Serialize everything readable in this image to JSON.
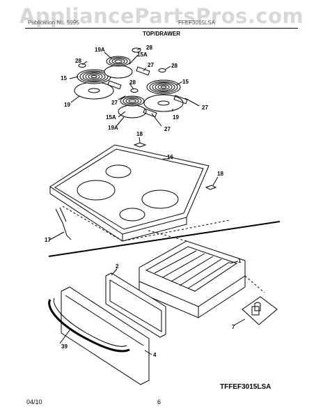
{
  "watermark": "AppliancePartsPros.com",
  "header": {
    "left": "Publication No. 5995",
    "right": "FFEF3015LSA",
    "title": "TOP/DRAWER"
  },
  "callouts": {
    "28a": "28",
    "19A_top": "19A",
    "15A_top": "15A",
    "28b": "28",
    "27a": "27",
    "15_left": "15",
    "28c": "28",
    "28d": "28",
    "15_right": "15",
    "19_left": "19",
    "27b": "27",
    "19_right": "19",
    "27c": "27",
    "15A_bot": "15A",
    "19A_bot": "19A",
    "27d": "27",
    "18_top": "18",
    "16": "16",
    "18_right": "18",
    "17": "17",
    "2": "2",
    "1": "1",
    "39": "39",
    "4": "4",
    "7": "7"
  },
  "model": "TFFEF3015LSA",
  "footer": {
    "date": "04/10",
    "page": "6"
  }
}
